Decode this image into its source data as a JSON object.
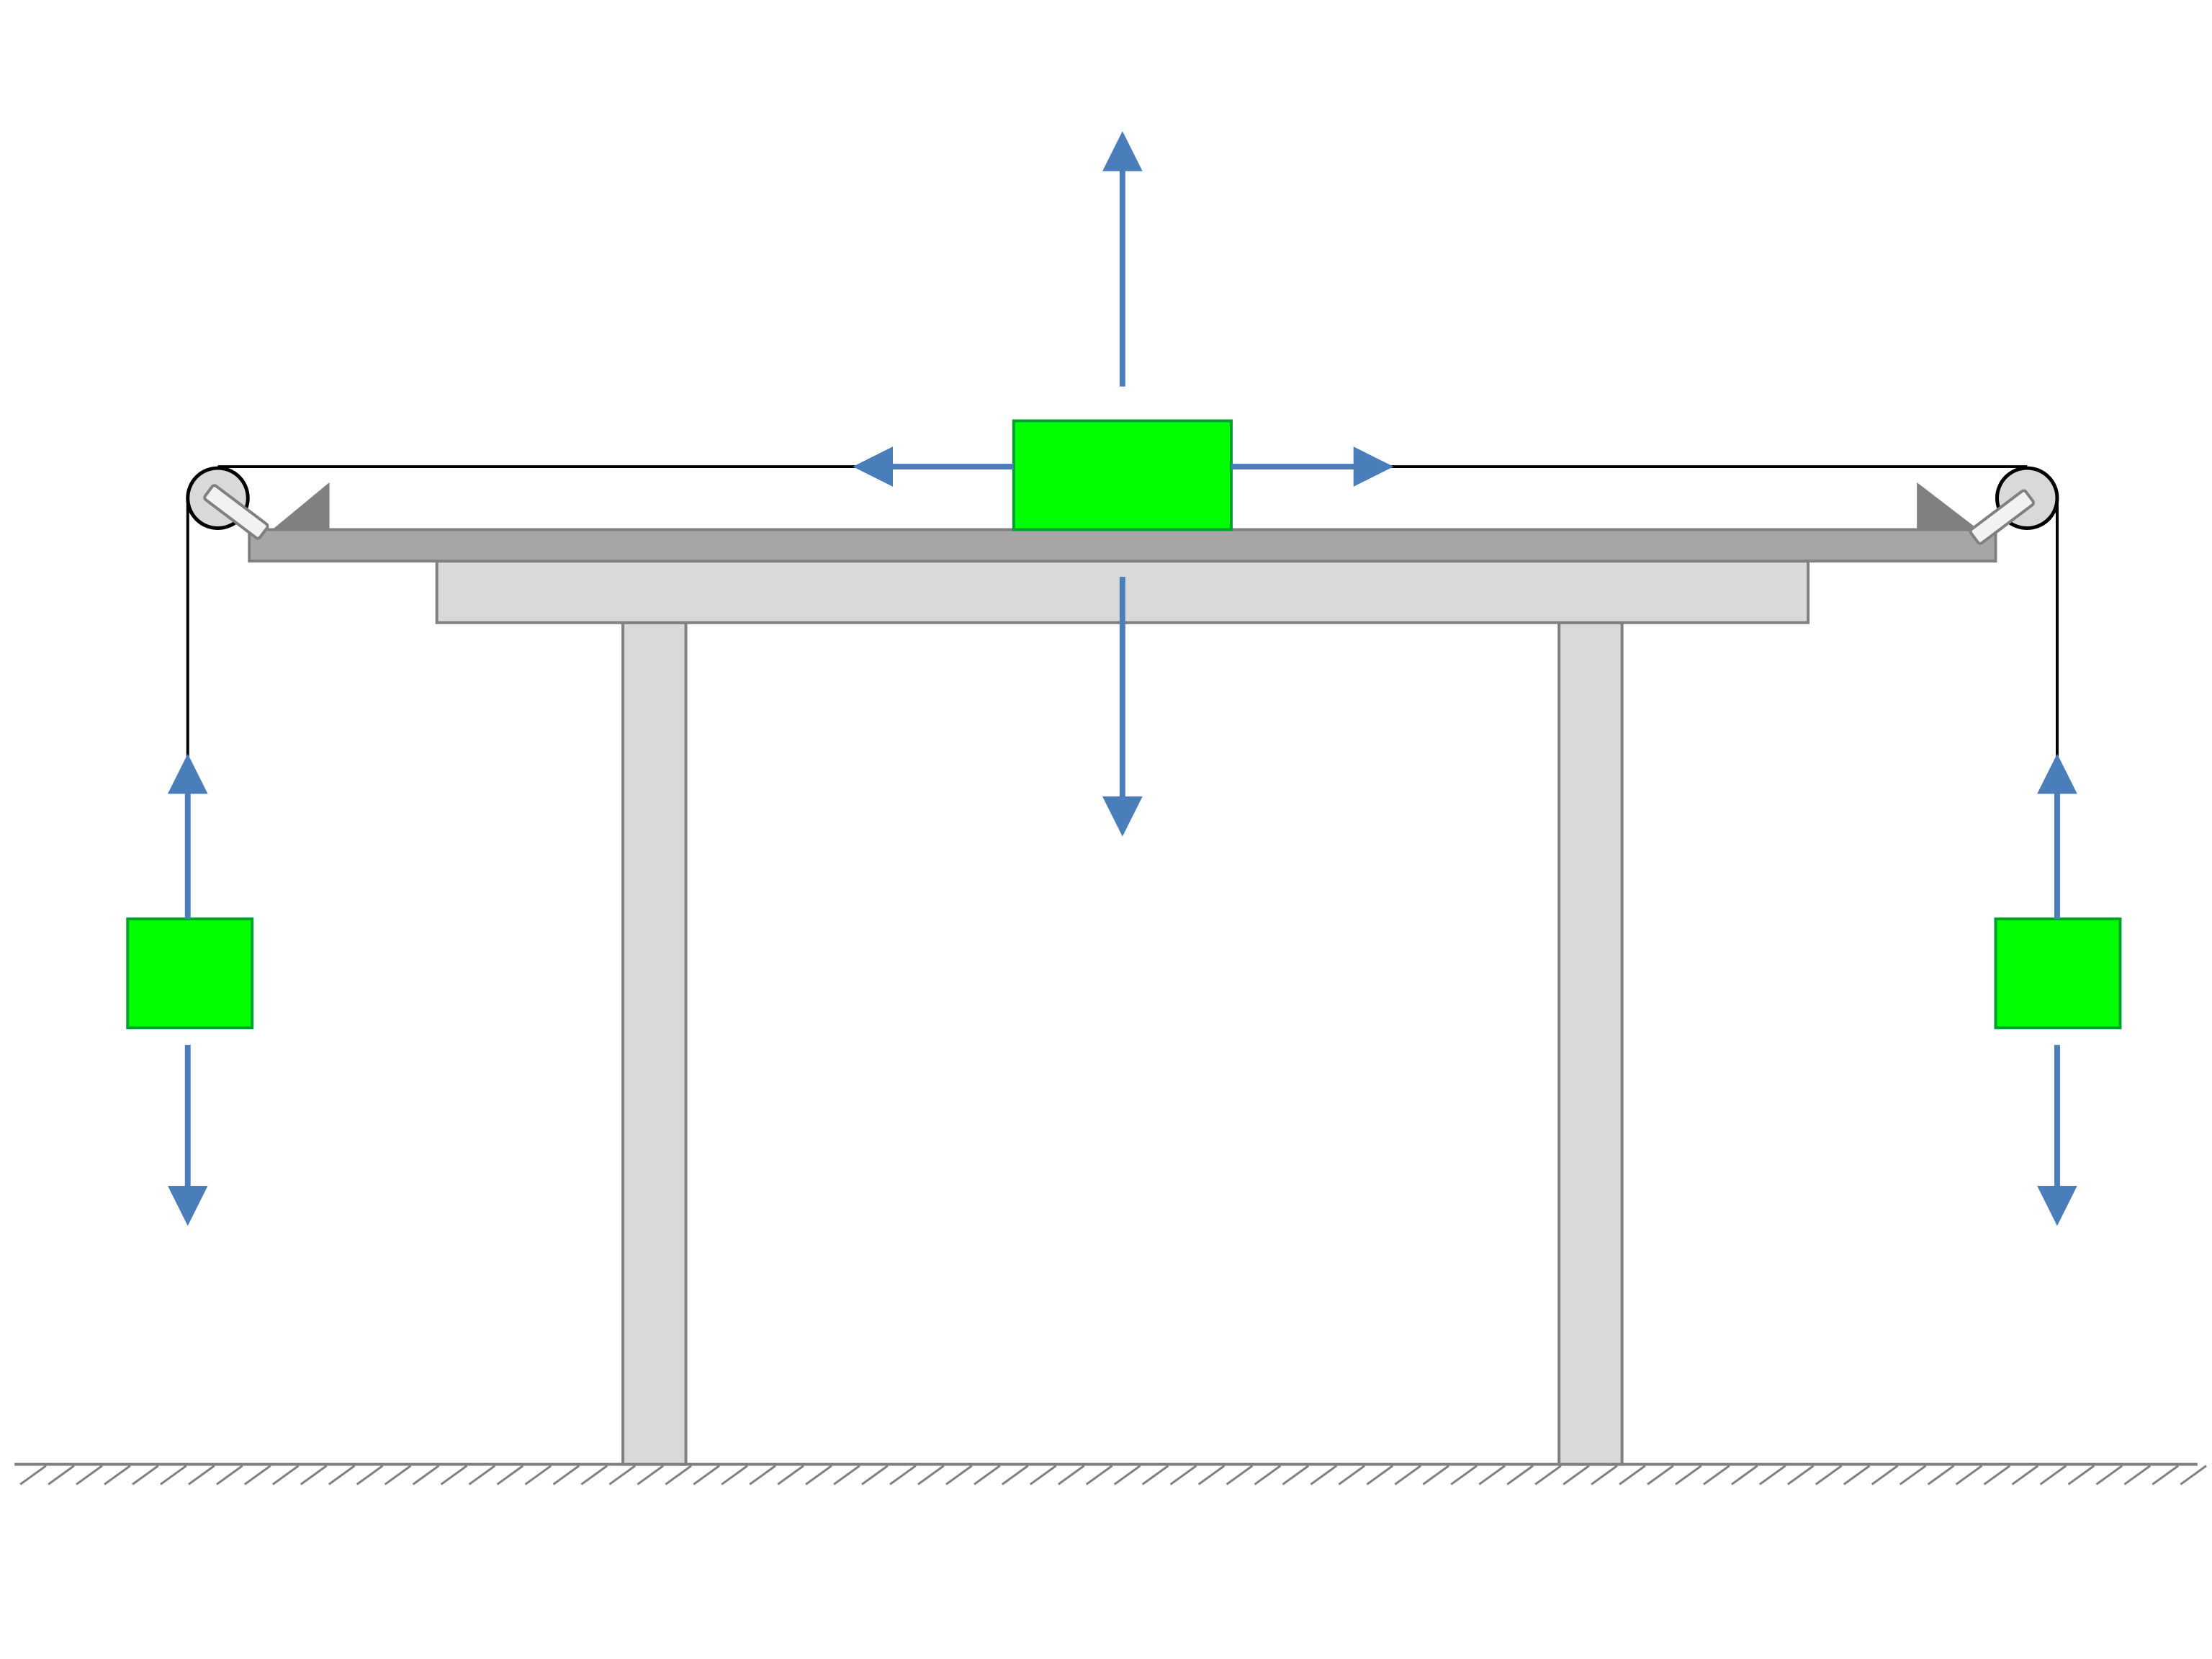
{
  "diagram": {
    "description_visible_text": "",
    "colors": {
      "block": "#00ff00",
      "block_border": "#00a030",
      "arrow": "#4a7ebb",
      "table_light": "#d9d9d9",
      "table_dark": "#a6a6a6",
      "bracket": "#808080",
      "rope": "#000000",
      "ground": "#808080"
    },
    "elements": [
      "ground",
      "table",
      "left-pulley",
      "right-pulley",
      "center-block",
      "left-hanging-block",
      "right-hanging-block",
      "force-arrows"
    ]
  }
}
